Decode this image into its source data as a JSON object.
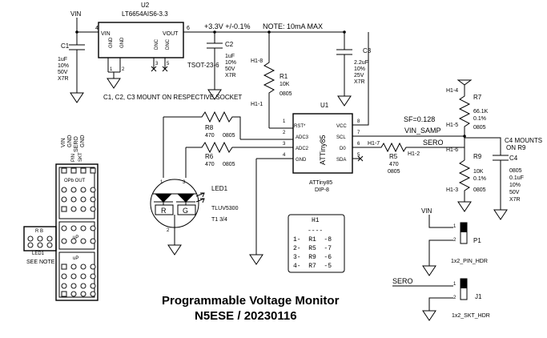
{
  "title": {
    "line1": "Programmable Voltage Monitor",
    "line2": "N5ESE / 20230116"
  },
  "power": {
    "vin_top": "VIN",
    "vin_p1": "VIN",
    "rail": "+3.3V +/-0.1%",
    "note": "NOTE: 10mA MAX"
  },
  "u2": {
    "ref": "U2",
    "part": "LT6654AIS6-3.3",
    "package": "TSOT-23-6",
    "pins": {
      "vin": "VIN",
      "vout": "VOUT",
      "gnd1": "GND",
      "gnd2": "GND",
      "dnc1": "DNC",
      "dnc2": "DNC"
    },
    "pin_numbers": [
      "4",
      "6",
      "1",
      "2",
      "3",
      "5"
    ]
  },
  "c1": {
    "ref": "C1",
    "value": "1uF",
    "tol": "10%",
    "volt": "50V",
    "dielectric": "X7R"
  },
  "c2": {
    "ref": "C2",
    "value": "1uF",
    "tol": "10%",
    "volt": "50V",
    "dielectric": "X7R"
  },
  "c3": {
    "ref": "C3",
    "value": "2.2uF",
    "tol": "10%",
    "volt": "25V",
    "dielectric": "X7R"
  },
  "c4": {
    "ref": "C4",
    "pkg": "0805",
    "value": "0.1uF",
    "tol": "10%",
    "volt": "50V",
    "dielectric": "X7R"
  },
  "mount_note": "C1, C2, C3 MOUNT ON RESPECTIVE SOCKET",
  "c4_note": {
    "line1": "C4 MOUNTS",
    "line2": "ON R9"
  },
  "r1": {
    "ref": "R1",
    "value": "10K",
    "pkg": "0805",
    "h_top": "H1-8",
    "h_bot": "H1-1"
  },
  "r8": {
    "ref": "R8",
    "value": "470",
    "pkg": "0805"
  },
  "r6": {
    "ref": "R6",
    "value": "470",
    "pkg": "0805"
  },
  "r5": {
    "ref": "R5",
    "value": "470",
    "pkg": "0805",
    "h_left": "H1-7",
    "h_right": "H1-2"
  },
  "r7": {
    "ref": "R7",
    "value": "66.1K",
    "tol": "0.1%",
    "pkg": "0805",
    "h_top": "H1-4",
    "h_mid": "H1-5"
  },
  "r9": {
    "ref": "R9",
    "value": "10K",
    "tol": "0.1%",
    "pkg": "0805",
    "h_top": "H1-6",
    "h_bot": "H1-3"
  },
  "u1": {
    "ref": "U1",
    "part": "ATTiny85",
    "part_lower": "ATTiny85",
    "package": "DIP-8",
    "left_pins": [
      "RST*",
      "ADC3",
      "ADC2",
      "GND"
    ],
    "right_pins": [
      "VCC",
      "SCL",
      "D0",
      "SDA"
    ],
    "left_numbers": [
      "1",
      "2",
      "3",
      "4"
    ],
    "right_numbers": [
      "8",
      "7",
      "6",
      "5"
    ]
  },
  "nets": {
    "sf": "SF=0.128",
    "vin_samp": "VIN_SAMP",
    "sero_out": "SERO",
    "sero_j1": "SERO"
  },
  "led1": {
    "ref": "LED1",
    "part": "TLUV5300",
    "size": "T1 3/4",
    "r": "R",
    "g": "G",
    "pin1": "1",
    "pin2": "2",
    "pin3": "3"
  },
  "h1": {
    "title": "H1",
    "sep": "----",
    "rows": [
      "1-  R1  -8",
      "2-  R5  -7",
      "3-  R9  -6",
      "4-  R7  -5"
    ]
  },
  "p1": {
    "ref": "P1",
    "name": "1x2_PIN_HDR",
    "pin1": "1",
    "pin2": "2"
  },
  "j1": {
    "ref": "J1",
    "name": "1x2_SKT_HDR",
    "pin1": "1",
    "pin2": "2"
  },
  "board": {
    "hdr_labels": [
      "VIN",
      "GND",
      "SERO",
      "GND"
    ],
    "small_labels": [
      "PIN",
      "SKT"
    ],
    "ic_label": "OPb OUT",
    "cap_label_1": "uP",
    "cap_label_2": "uP",
    "led_label": "LED1",
    "rb_label": "R B",
    "see_note": "SEE NOTE"
  }
}
